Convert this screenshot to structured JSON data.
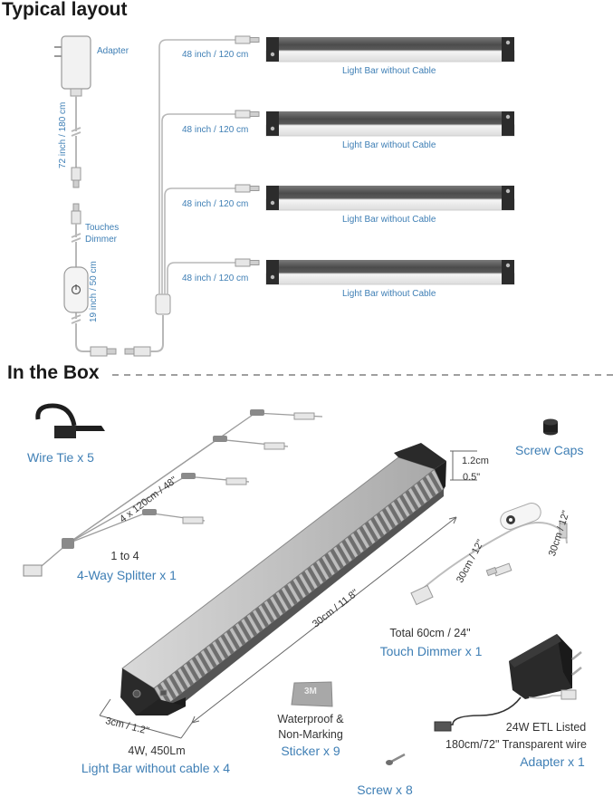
{
  "layout_section": {
    "title": "Typical layout",
    "adapter_label": "Adapter",
    "cable_72": "72 inch / 180 cm",
    "touches_dimmer": [
      "Touches",
      "Dimmer"
    ],
    "cable_19": "19 inch / 50 cm",
    "bars": [
      {
        "cable": "48 inch / 120 cm",
        "label": "Light Bar without Cable"
      },
      {
        "cable": "48 inch / 120 cm",
        "label": "Light Bar without Cable"
      },
      {
        "cable": "48 inch / 120 cm",
        "label": "Light Bar without Cable"
      },
      {
        "cable": "48 inch / 120 cm",
        "label": "Light Bar without Cable"
      }
    ]
  },
  "box_section": {
    "title": "In the Box",
    "wire_tie": "Wire Tie x 5",
    "splitter_cable": "4 x 120cm / 48\"",
    "splitter_sub": "1 to 4",
    "splitter": "4-Way Splitter x 1",
    "screw_caps": "Screw Caps",
    "bar_height_cm": "1.2cm",
    "bar_height_in": "0.5\"",
    "bar_length": "30cm / 11.8\"",
    "dimmer_cable_left": "30cm / 12\"",
    "dimmer_cable_right": "30cm / 12\"",
    "dimmer_total": "Total 60cm / 24\"",
    "touch_dimmer": "Touch Dimmer x 1",
    "adapter_spec": "24W ETL Listed",
    "adapter_wire": "180cm/72\" Transparent wire",
    "adapter": "Adapter x 1",
    "bar_width": "3cm / 1.2\"",
    "bar_power": "4W, 450Lm",
    "bar_count": "Light Bar without cable x 4",
    "sticker_line1": "Waterproof &",
    "sticker_line2": "Non-Marking",
    "sticker": "Sticker x 9",
    "sticker_logo": "3M",
    "screw": "Screw x 8"
  },
  "colors": {
    "label_blue": "#3f7fb5",
    "bar_dark": "#5a5a5a",
    "diffuser": "#eeeeee",
    "cable": "#b8b8b8"
  }
}
